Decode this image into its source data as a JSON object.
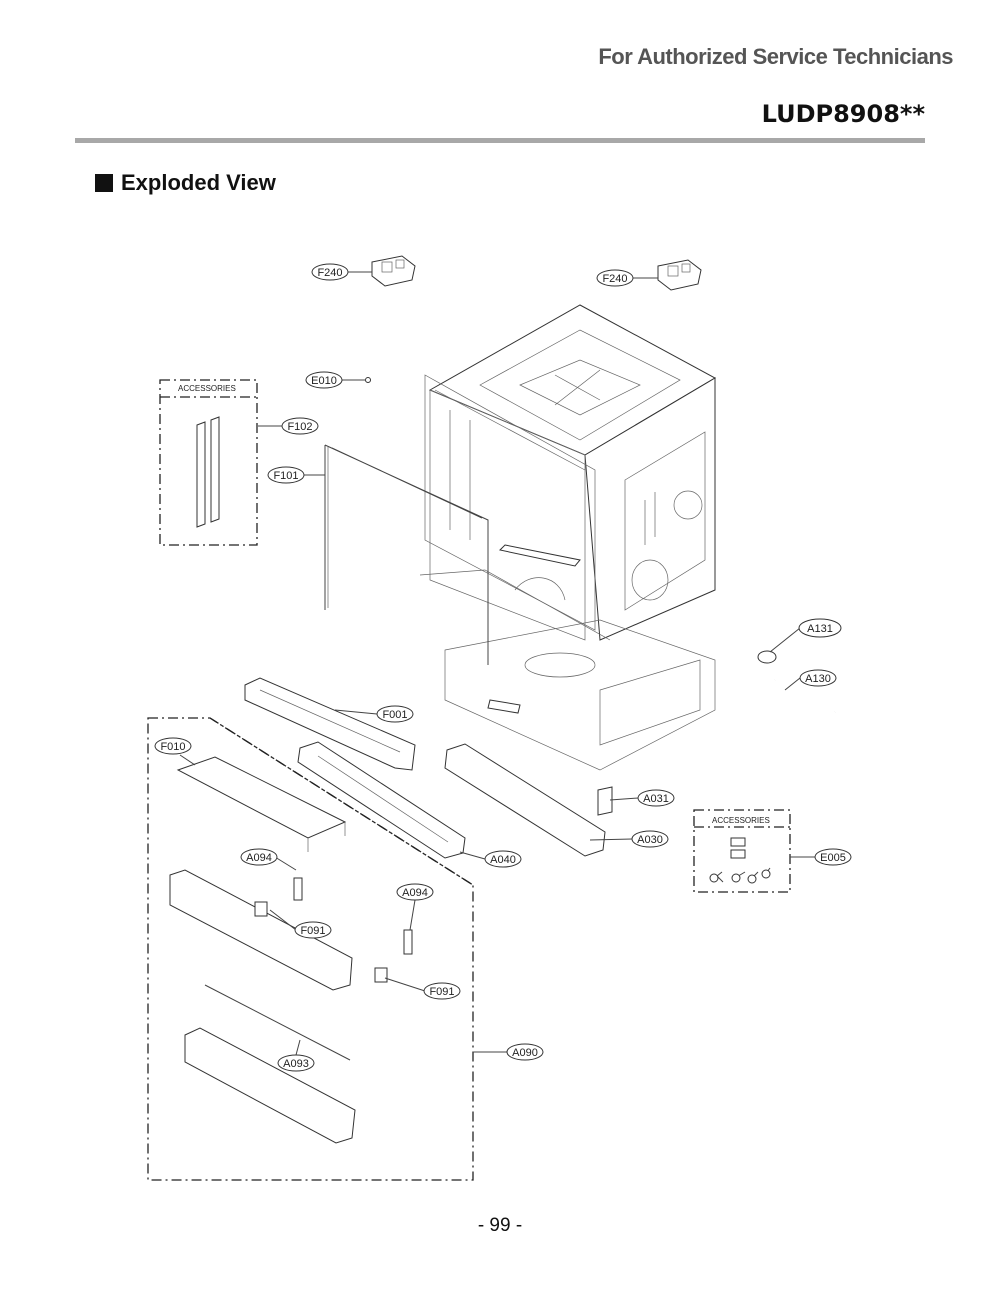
{
  "header": {
    "subtitle": "For Authorized Service Technicians",
    "model": "LUDP8908**"
  },
  "section": {
    "title": "Exploded View"
  },
  "footer": {
    "page": "- 99 -"
  },
  "accessories_label": "ACCESSORIES",
  "callouts": {
    "F240_left": "F240",
    "F240_right": "F240",
    "E010": "E010",
    "F102": "F102",
    "F101": "F101",
    "A131": "A131",
    "A130": "A130",
    "F001": "F001",
    "F010": "F010",
    "A031": "A031",
    "A030": "A030",
    "A040": "A040",
    "E005": "E005",
    "A094_left": "A094",
    "A094_right": "A094",
    "F091_left": "F091",
    "F091_right": "F091",
    "A090": "A090",
    "A093": "A093"
  }
}
